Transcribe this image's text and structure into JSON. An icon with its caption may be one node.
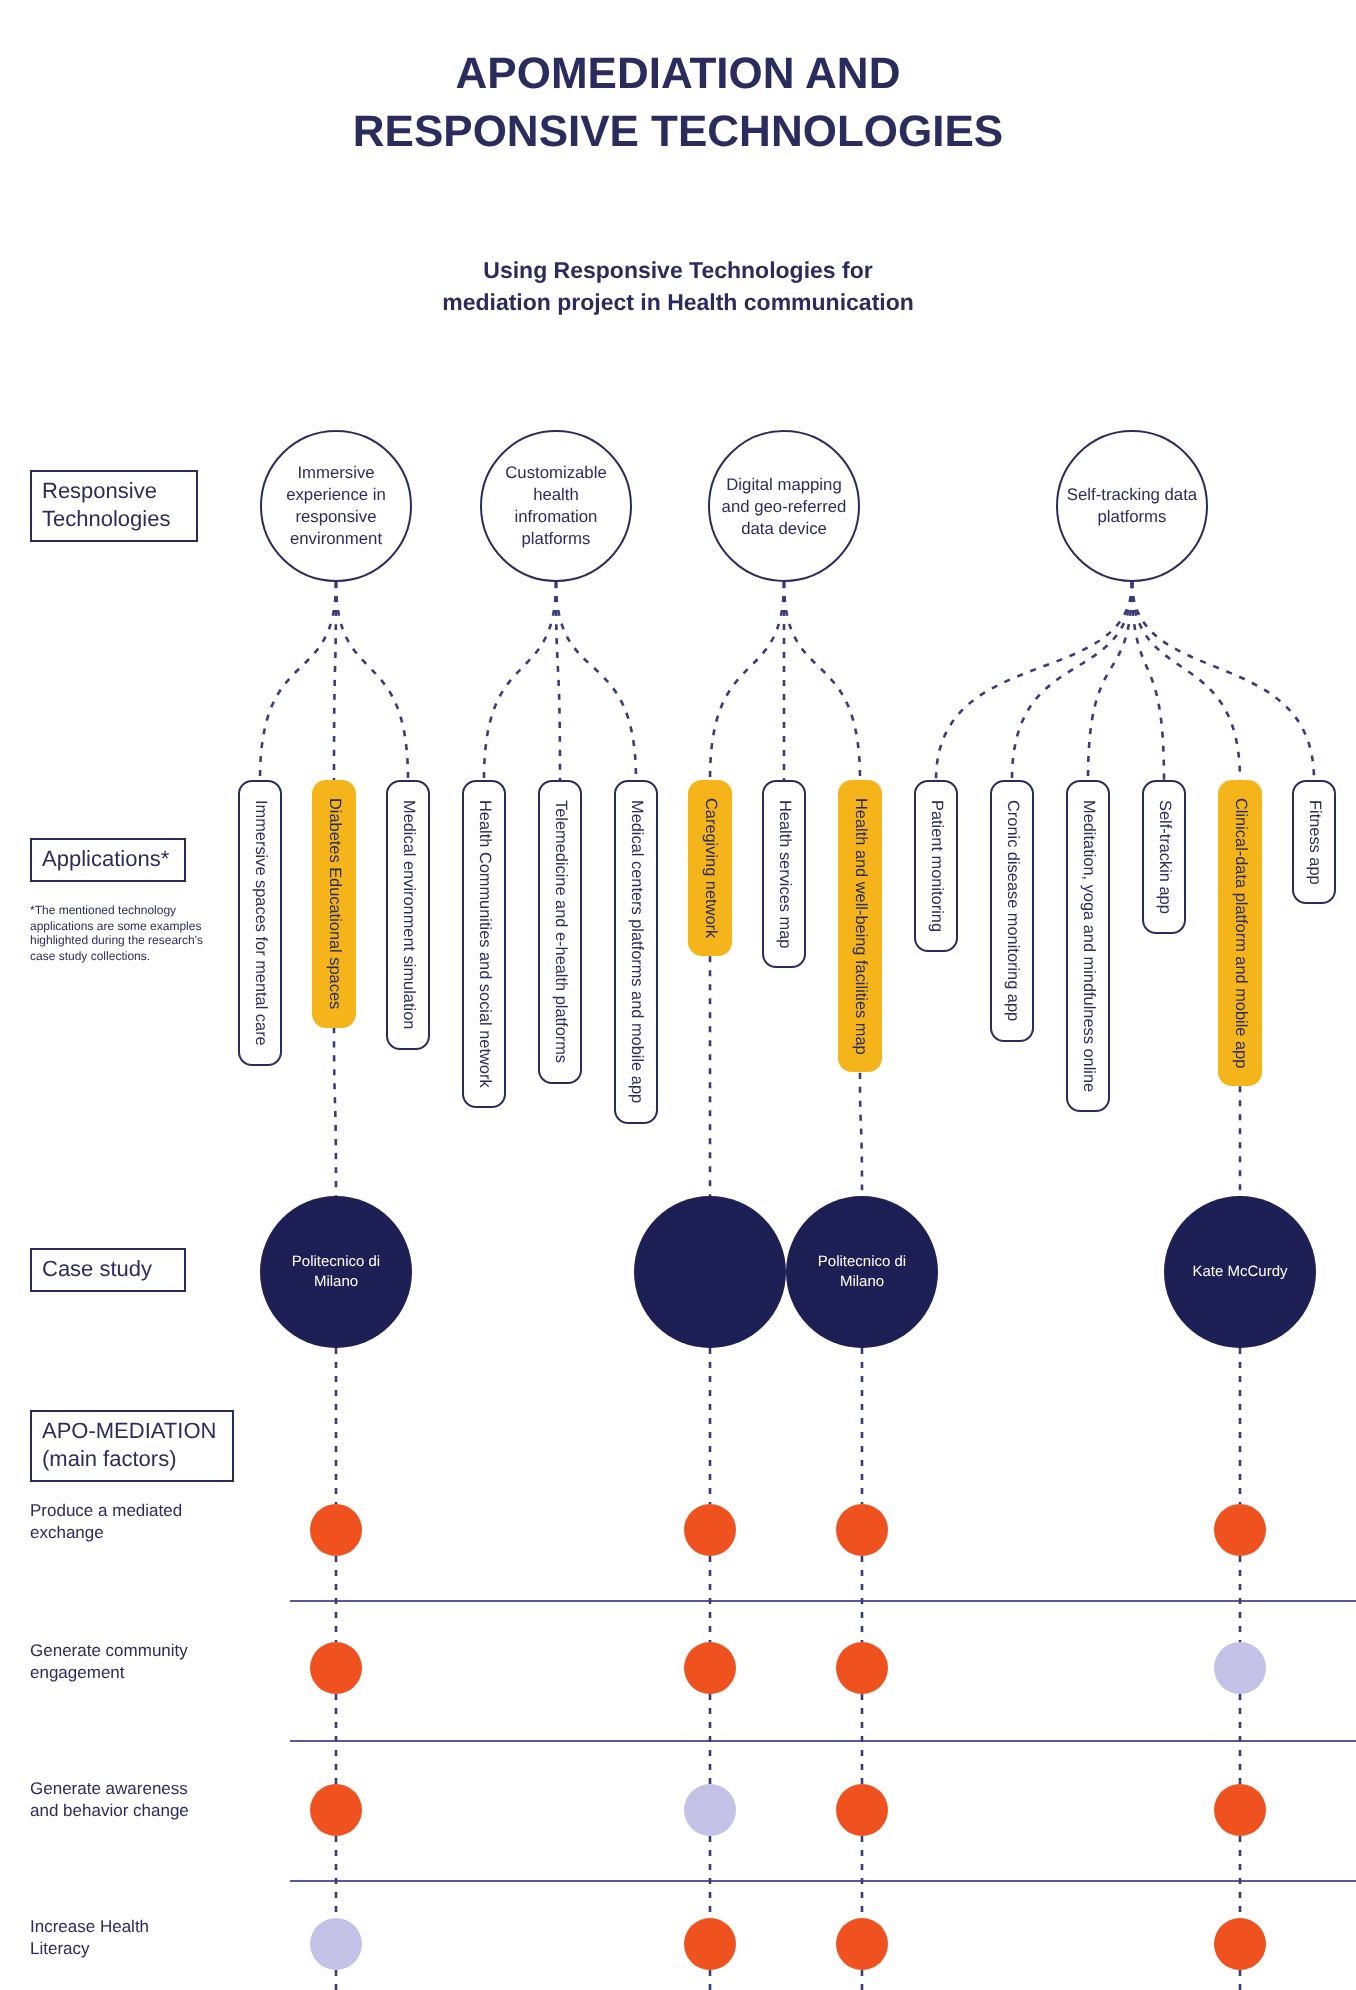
{
  "diagram": {
    "title": "APOMEDIATION AND RESPONSIVE TECHNOLOGIES",
    "nodes": [
      {
        "text": [
          "Responsive Technologies"
        ]
      },
      {
        "text": [
          "Immersive experience in responsive environment"
        ]
      },
      {
        "text": [
          "Customizable health infromation platforms"
        ]
      },
      {
        "text": [
          "Digital mapping and geo-referred data device"
        ]
      },
      {
        "text": [
          "Self-tracking data platforms"
        ]
      },
      {
        "text": [
          "Applications*"
        ]
      },
      {
        "text": [
          "Immersive spaces for mental care"
        ]
      },
      {
        "text": [
          "Diabetes Educational spaces"
        ]
      },
      {
        "text": [
          "Medical environment simulation"
        ]
      },
      {
        "text": [
          "Health Communities and social network"
        ]
      },
      {
        "text": [
          "Telemedicine and e-health platforms"
        ]
      },
      {
        "text": [
          "Medical centers platforms and mobile app"
        ]
      },
      {
        "text": [
          "Caregiving network"
        ]
      },
      {
        "text": [
          "Health services map"
        ]
      },
      {
        "text": [
          "Health and well-being facilities map"
        ]
      },
      {
        "text": [
          "Patient monitoring"
        ]
      },
      {
        "text": [
          "Cronic disease monitoring app"
        ]
      },
      {
        "text": [
          "Meditation, yoga and mindfulness online"
        ]
      },
      {
        "text": [
          "Self-trackin app"
        ]
      },
      {
        "text": [
          "Clinical-data platform and mobile app"
        ]
      },
      {
        "text": [
          "Fitness app"
        ]
      },
      {
        "text": [
          "Case study"
        ]
      },
      {
        "text": [
          "Politecnico di Milano"
        ]
      },
      {
        "text": [],
        "shape": "circle"
      },
      {
        "text": [
          "Politecnico di Milano"
        ]
      },
      {
        "text": [
          "Kate McCurdy"
        ]
      },
      {
        "text": [
          "APO-MEDIATION (main factors)"
        ]
      },
      {
        "text": [],
        "shape": "circle"
      },
      {
        "text": [],
        "shape": "circle"
      },
      {
        "text": [],
        "shape": "circle"
      },
      {
        "text": [],
        "shape": "circle"
      },
      {
        "text": [],
        "shape": "circle"
      },
      {
        "text": [],
        "shape": "circle"
      },
      {
        "text": [],
        "shape": "circle"
      },
      {
        "text": [],
        "shape": "circle"
      },
      {
        "text": [],
        "shape": "circle"
      },
      {
        "text": [],
        "shape": "circle"
      },
      {
        "text": [],
        "shape": "circle"
      },
      {
        "text": [],
        "shape": "circle"
      },
      {
        "text": [],
        "shape": "circle"
      },
      {
        "text": [],
        "shape": "circle"
      },
      {
        "text": [],
        "shape": "circle"
      },
      {
        "text": [],
        "shape": "circle"
      }
    ],
    "edges": [
      {
        "from": 1,
        "to": 6,
        "arrow": "none",
        "style": "dashed"
      },
      {
        "from": 1,
        "to": 7,
        "arrow": "none",
        "style": "dashed"
      },
      {
        "from": 1,
        "to": 8,
        "arrow": "none",
        "style": "dashed"
      },
      {
        "from": 2,
        "to": 9,
        "arrow": "none",
        "style": "dashed"
      },
      {
        "from": 2,
        "to": 10,
        "arrow": "none",
        "style": "dashed"
      },
      {
        "from": 2,
        "to": 11,
        "arrow": "none",
        "style": "dashed"
      },
      {
        "from": 3,
        "to": 12,
        "arrow": "none",
        "style": "dashed"
      },
      {
        "from": 3,
        "to": 13,
        "arrow": "none",
        "style": "dashed"
      },
      {
        "from": 3,
        "to": 14,
        "arrow": "none",
        "style": "dashed"
      },
      {
        "from": 4,
        "to": 15,
        "arrow": "none",
        "style": "dashed"
      },
      {
        "from": 4,
        "to": 16,
        "arrow": "none",
        "style": "dashed"
      },
      {
        "from": 4,
        "to": 17,
        "arrow": "none",
        "style": "dashed"
      },
      {
        "from": 4,
        "to": 18,
        "arrow": "none",
        "style": "dashed"
      },
      {
        "from": 4,
        "to": 19,
        "arrow": "none",
        "style": "dashed"
      },
      {
        "from": 4,
        "to": 20,
        "arrow": "none",
        "style": "dashed"
      },
      {
        "from": 7,
        "to": 22,
        "arrow": "none",
        "style": "dashed"
      },
      {
        "from": 12,
        "to": 23,
        "arrow": "none",
        "style": "dashed"
      },
      {
        "from": 14,
        "to": 24,
        "arrow": "none",
        "style": "dashed"
      },
      {
        "from": 19,
        "to": 25,
        "arrow": "none",
        "style": "dashed"
      },
      {
        "from": 22,
        "to": 27,
        "arrow": "none",
        "style": "dashed"
      },
      {
        "from": 23,
        "to": 28,
        "arrow": "none",
        "style": "dashed"
      },
      {
        "from": 24,
        "to": 29,
        "arrow": "none",
        "style": "dashed"
      },
      {
        "from": 25,
        "to": 30,
        "arrow": "none",
        "style": "dashed"
      },
      {
        "from": 27,
        "to": 31,
        "arrow": "none",
        "style": "dashed"
      },
      {
        "from": 28,
        "to": 32,
        "arrow": "none",
        "style": "dashed"
      },
      {
        "from": 29,
        "to": 33,
        "arrow": "none",
        "style": "dashed"
      },
      {
        "from": 30,
        "to": 34,
        "arrow": "none",
        "style": "dashed"
      },
      {
        "from": 31,
        "to": 35,
        "arrow": "none",
        "style": "dashed"
      },
      {
        "from": 32,
        "to": 36,
        "arrow": "none",
        "style": "dashed"
      },
      {
        "from": 33,
        "to": 37,
        "arrow": "none",
        "style": "dashed"
      },
      {
        "from": 34,
        "to": 38,
        "arrow": "none",
        "style": "dashed"
      },
      {
        "from": 35,
        "to": 39,
        "arrow": "none",
        "style": "dashed"
      },
      {
        "from": 36,
        "to": 40,
        "arrow": "none",
        "style": "dashed"
      },
      {
        "from": 37,
        "to": 41,
        "arrow": "none",
        "style": "dashed"
      },
      {
        "from": 38,
        "to": 42,
        "arrow": "none",
        "style": "dashed"
      },
      {
        "from": 39,
        "to": null,
        "arrow": "none",
        "style": "dashed"
      },
      {
        "from": 40,
        "to": null,
        "arrow": "none",
        "style": "dashed"
      },
      {
        "from": 41,
        "to": null,
        "arrow": "none",
        "style": "dashed"
      },
      {
        "from": 42,
        "to": null,
        "arrow": "none",
        "style": "dashed"
      }
    ],
    "labels": [
      "Using Responsive Technologies for mediation project in Health communication",
      "*The mentioned technology applications are some examples highlighted during the research's case study collections.",
      "Produce a mediated exchange",
      "Generate community engagement",
      "Generate awareness and behavior change",
      "Increase Health Literacy"
    ]
  }
}
